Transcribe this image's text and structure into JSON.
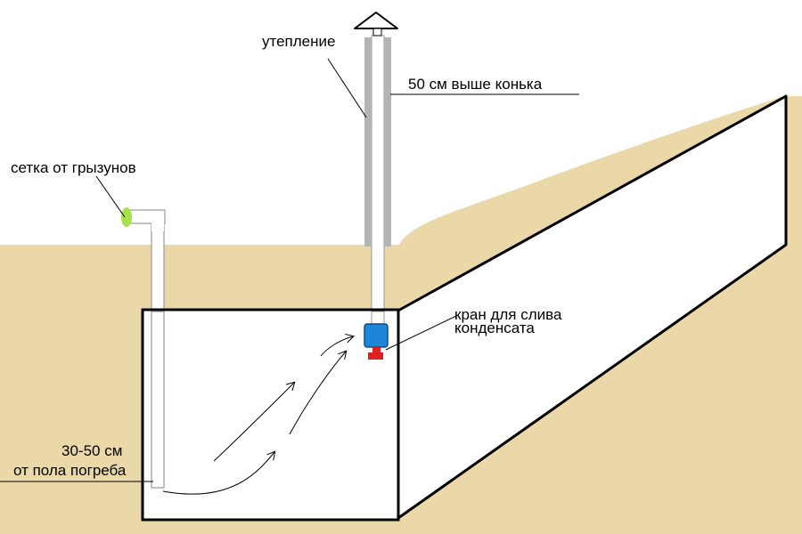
{
  "labels": {
    "insulation": "утепление",
    "above_ridge": "50 см выше конька",
    "rodent_mesh": "сетка от грызунов",
    "drain_tap_line1": "кран для слива",
    "drain_tap_line2": "конденсата",
    "intake_height_line1": "30-50 см",
    "intake_height_line2": "от пола погреба"
  },
  "colors": {
    "ground": "#EBD8A8",
    "cellar_wall": "#FFFFFF",
    "outline": "#000000",
    "pipe_insulation": "#B4B4B4",
    "rodent_mesh": "#A8E04A",
    "drain_tap_body": "#1E86D6",
    "drain_tap_valve": "#E02020",
    "airflow_arrow": "#000000"
  },
  "icons": {
    "vent_cap": "triangle-cap-icon",
    "drain_tap": "tap-icon",
    "airflow": "curved-arrow-icon"
  }
}
